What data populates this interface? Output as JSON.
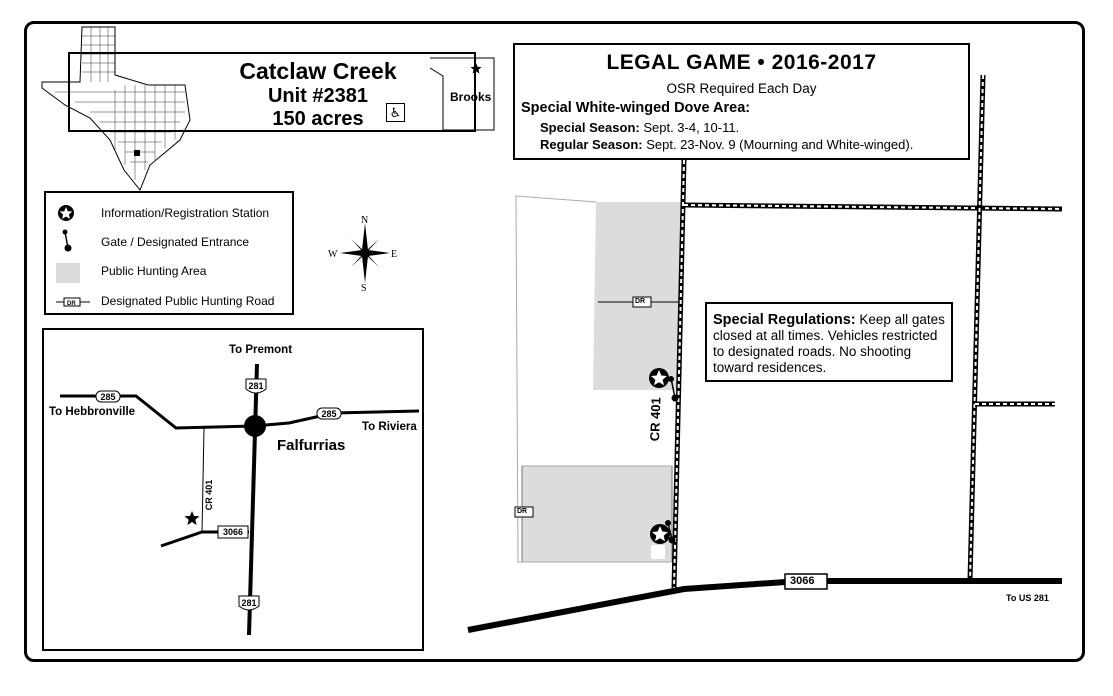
{
  "title": {
    "name": "Catclaw Creek",
    "unit": "Unit #2381",
    "acres": "150 acres",
    "county": "Brooks"
  },
  "legal_game": {
    "title": "LEGAL GAME • 2016-2017",
    "osr": "OSR Required Each Day",
    "subtitle": "Special White-winged Dove Area:",
    "special_label": "Special Season:",
    "special_dates": " Sept. 3-4, 10-11.",
    "regular_label": "Regular Season:",
    "regular_dates": " Sept. 23-Nov. 9 (Mourning and White-winged)."
  },
  "legend": {
    "items": [
      {
        "label": "Information/Registration Station",
        "icon": "star-icon"
      },
      {
        "label": "Gate / Designated Entrance",
        "icon": "gate-icon"
      },
      {
        "label": "Public Hunting Area",
        "icon": "gray-swatch"
      },
      {
        "label": "Designated Public Hunting Road",
        "icon": "dr-road-icon"
      }
    ],
    "dr": "DR"
  },
  "compass": {
    "n": "N",
    "s": "S",
    "e": "E",
    "w": "W"
  },
  "inset": {
    "to_premont": "To Premont",
    "to_hebbronville": "To Hebbronville",
    "to_riviera": "To Riviera",
    "town": "Falfurrias",
    "cr401": "CR 401",
    "hwy285": "285",
    "us281": "281",
    "fm3066": "3066"
  },
  "main_map": {
    "cr401": "CR 401",
    "fm3066": "3066",
    "to_us281": "To US 281",
    "dr": "DR"
  },
  "regulations": {
    "label": "Special Regulations:",
    "text": "  Keep all gates closed at all times.  Vehicles restricted to designated roads. No shooting toward residences."
  },
  "colors": {
    "hunting_area": "#dcdcdc",
    "ink": "#000000"
  }
}
